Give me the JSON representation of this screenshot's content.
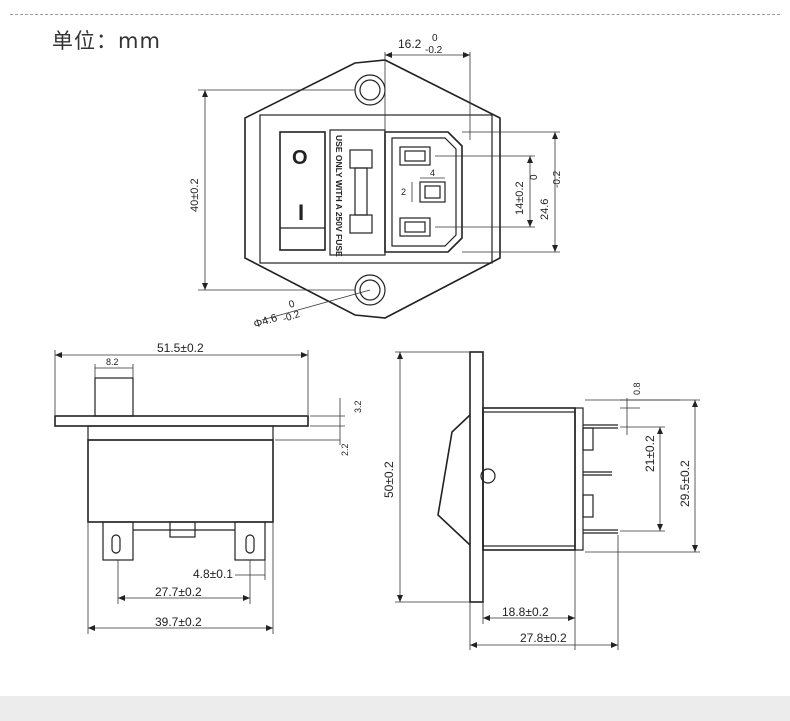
{
  "unit_label": "单位：mm",
  "front_view": {
    "dim_top": "16.2",
    "dim_top_tol_upper": "0",
    "dim_top_tol_lower": "-0.2",
    "dim_height": "40±0.2",
    "dim_pin_span": "14±0.2",
    "dim_body_height": "24.6",
    "dim_body_tol_upper": "0",
    "dim_body_tol_lower": "-0.2",
    "dim_hole": "Φ4.6",
    "dim_hole_tol_upper": "0",
    "dim_hole_tol_lower": "-0.2",
    "dim_small_w": "4",
    "dim_small_h": "2",
    "switch_off_symbol": "O",
    "switch_on_symbol": "I",
    "fuse_text": "USE ONLY WITH A 250V FUSE"
  },
  "bottom_view": {
    "dim_width": "51.5±0.2",
    "dim_button": "8.2",
    "dim_flange": "3.2",
    "dim_step": "2.2",
    "dim_pin": "4.8±0.1",
    "dim_pin_pitch": "27.7±0.2",
    "dim_body": "39.7±0.2"
  },
  "side_view": {
    "dim_total_height": "50±0.2",
    "dim_pin_thick": "0.8",
    "dim_pin_span": "21±0.2",
    "dim_body_height": "29.5±0.2",
    "dim_depth": "18.8±0.2",
    "dim_total_depth": "27.8±0.2"
  },
  "colors": {
    "line": "#222222",
    "band": "#ececec",
    "rule": "#9a9a9a"
  }
}
